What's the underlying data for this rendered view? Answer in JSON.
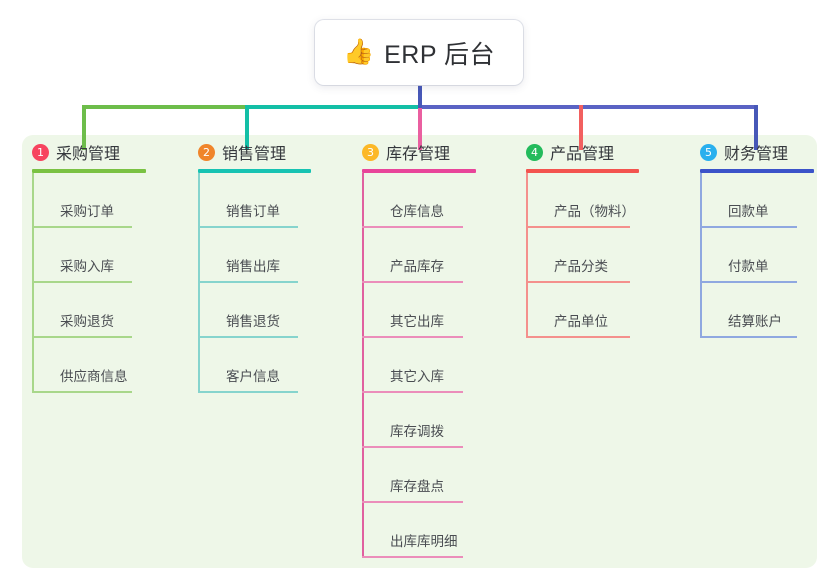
{
  "root": {
    "icon": "thumbs-up-emoji",
    "emoji": "👍",
    "title": "ERP 后台"
  },
  "colors": {
    "page_background": "#ffffff",
    "panel_background": "#eef7e8",
    "trunk": "#4758b8",
    "bus_left": "#6dbd4a",
    "bus_mid": "#13bfa6",
    "bus_right": "#5a63c4",
    "title_text": "#35383d",
    "item_text": "#4a4d52"
  },
  "columns": [
    {
      "number": "1",
      "title": "采购管理",
      "badge_color": "#f7445f",
      "rule_color": "#7ac243",
      "line_color": "#a8d78a",
      "spine_color": "#a8d78a",
      "items": [
        "采购订单",
        "采购入库",
        "采购退货",
        "供应商信息"
      ]
    },
    {
      "number": "2",
      "title": "销售管理",
      "badge_color": "#f0852b",
      "rule_color": "#17c3b2",
      "line_color": "#86d4cd",
      "spine_color": "#86d4cd",
      "items": [
        "销售订单",
        "销售出库",
        "销售退货",
        "客户信息"
      ]
    },
    {
      "number": "3",
      "title": "库存管理",
      "badge_color": "#fcb827",
      "rule_color": "#e8459a",
      "line_color": "#eb8dba",
      "spine_color": "#e0609f",
      "items": [
        "仓库信息",
        "产品库存",
        "其它出库",
        "其它入库",
        "库存调拨",
        "库存盘点",
        "出库库明细"
      ]
    },
    {
      "number": "4",
      "title": "产品管理",
      "badge_color": "#23bb5c",
      "rule_color": "#f3544f",
      "line_color": "#f4908c",
      "spine_color": "#f4908c",
      "items": [
        "产品（物料）",
        "产品分类",
        "产品单位"
      ]
    },
    {
      "number": "5",
      "title": "财务管理",
      "badge_color": "#29b0ee",
      "rule_color": "#3b53c9",
      "line_color": "#8fa8e0",
      "spine_color": "#8fa8e0",
      "items": [
        "回款单",
        "付款单",
        "结算账户"
      ]
    }
  ]
}
